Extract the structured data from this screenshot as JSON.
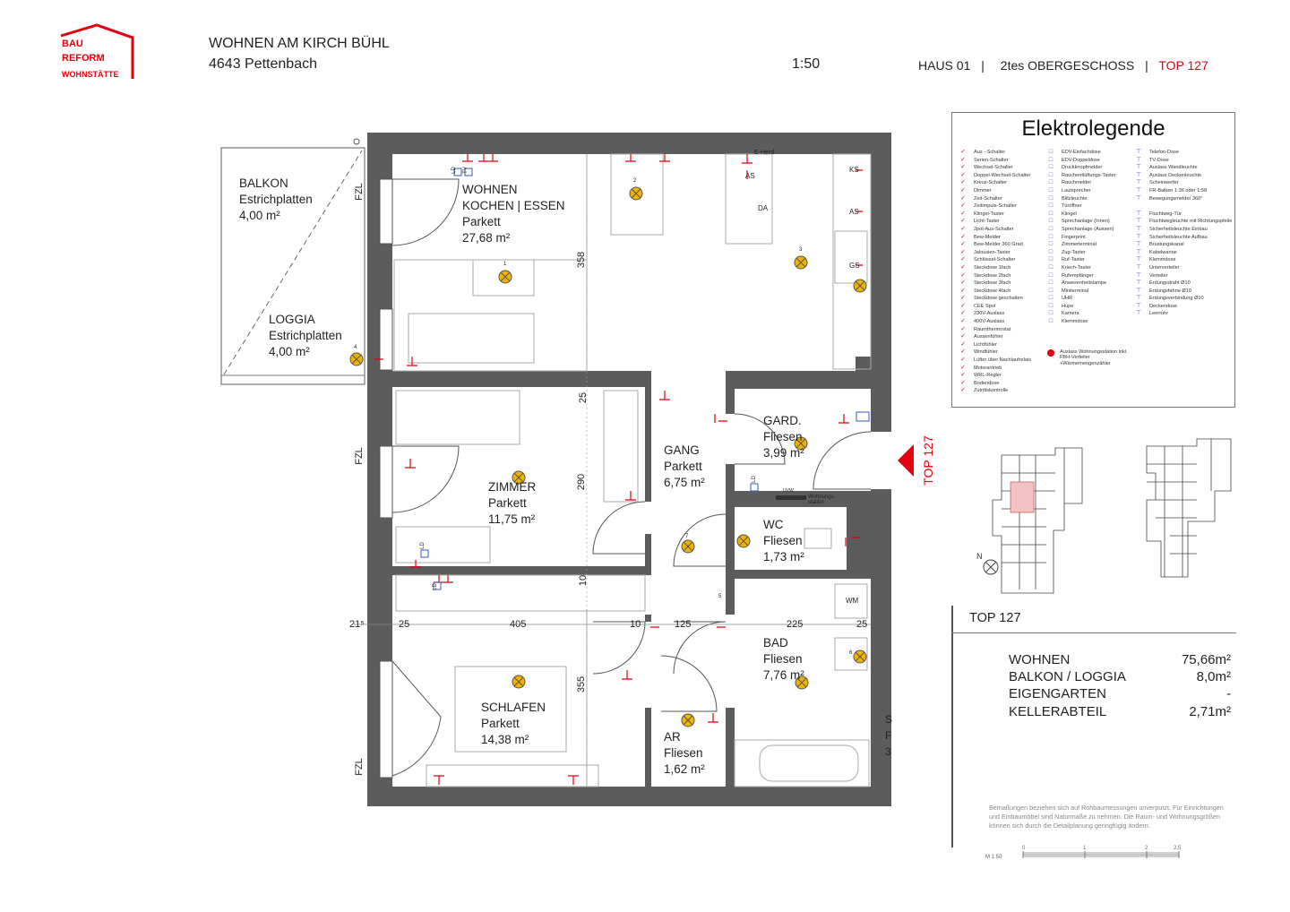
{
  "header": {
    "logo_lines": [
      "BAU",
      "REFORM",
      "WOHNSTÄTTE"
    ],
    "project_title": "WOHNEN AM KIRCH BÜHL",
    "project_address": "4643 Pettenbach",
    "scale": "1:50",
    "house": "HAUS 01",
    "separator": "|",
    "floor": "2tes OBERGESCHOSS",
    "unit": "TOP 127"
  },
  "colors": {
    "wall": "#5c5c5c",
    "accent_red": "#e3000f",
    "light_yellow": "#f0b400",
    "lines": "#999999"
  },
  "rooms": {
    "balkon": {
      "name": "BALKON",
      "floor": "Estrichplatten",
      "area": "4,00 m²"
    },
    "loggia": {
      "name": "LOGGIA",
      "floor": "Estrichplatten",
      "area": "4,00 m²"
    },
    "wohnen": {
      "name": "WOHNEN",
      "name2": "KOCHEN | ESSEN",
      "floor": "Parkett",
      "area": "27,68 m²"
    },
    "zimmer": {
      "name": "ZIMMER",
      "floor": "Parkett",
      "area": "11,75 m²"
    },
    "gang": {
      "name": "GANG",
      "floor": "Parkett",
      "area": "6,75 m²"
    },
    "gard": {
      "name": "GARD.",
      "floor": "Fliesen",
      "area": "3,99 m²"
    },
    "wc": {
      "name": "WC",
      "floor": "Fliesen",
      "area": "1,73 m²"
    },
    "bad": {
      "name": "BAD",
      "floor": "Fliesen",
      "area": "7,76 m²"
    },
    "schlafen": {
      "name": "SCHLAFEN",
      "floor": "Parkett",
      "area": "14,38 m²"
    },
    "ar": {
      "name": "AR",
      "floor": "Fliesen",
      "area": "1,62 m²"
    }
  },
  "dimensions": {
    "d358": "358",
    "d25": "25",
    "d290": "290",
    "d10v": "10",
    "d355": "355",
    "h215": "21⁵",
    "h25a": "25",
    "h405": "405",
    "h10": "10",
    "h125": "125",
    "h225": "225",
    "h25b": "25"
  },
  "plan_labels": {
    "fzl": "FZL",
    "entry": "TOP 127",
    "kitchen_eherd": "E-Herd",
    "kitchen_as": "AS",
    "kitchen_da": "DA",
    "kitchen_gs": "GS",
    "kitchen_ks": "KS",
    "wm": "WM",
    "station": "Wohnungs-station",
    "uvw": "UVW",
    "ld": "LD",
    "tv": "TV",
    "partial_s": "S",
    "partial_f": "F",
    "partial_3": "3",
    "sw_nums": [
      "1",
      "2",
      "3",
      "4",
      "5",
      "6",
      "7"
    ]
  },
  "legend": {
    "title": "Elektrolegende",
    "col1": [
      "Aus - Schalter",
      "Serien-Schalter",
      "Wechsel-Schalter",
      "Doppel-Wechsel-Schalter",
      "Kreuz-Schalter",
      "Dimmer",
      "Zeit-Schalter",
      "Zeitimpuls-Schalter",
      "Klingel-Taster",
      "Licht-Taster",
      "2pol-Aus-Schalter",
      "Bew-Melder",
      "Bew-Melder 360 Grad",
      "Jalousien-Taster",
      "Schlüssel-Schalter",
      "Steckdose 1fach",
      "Steckdose 2fach",
      "Steckdose 3fach",
      "Steckdose 4fach",
      "Steckdose geschalten",
      "CEE Spol",
      "230V-Auslass",
      "400V-Auslass",
      "Raumthermostat",
      "Aussenfühler",
      "Lichtfühler",
      "Windfühler",
      "Lüfter über Nachlaufrelais",
      "Motorantrieb",
      "WRL-Regler",
      "Bodendose",
      "Zutrittskontrolle"
    ],
    "col2": [
      "EDV-Einfachdose",
      "EDV-Doppeldose",
      "Druckknopfmelder",
      "Rauchentlüftungs-Taster",
      "Rauchmelder",
      "Lautsprecher",
      "Blitzleuchte",
      "Türöffner",
      "Klingel",
      "Sprechanlage (Innen)",
      "Sprechanlage (Aussen)",
      "Fingerprint",
      "Zimmerterminal",
      "Zug-Taster",
      "Ruf-Taster",
      "Kriech-Taster",
      "Rufempfänger",
      "Anwesenheitslampe",
      "Miniterminal",
      "UHR",
      "Hupe",
      "Kamera",
      "Klemmdose"
    ],
    "col2_extra": "Auslass Wohnungsstation inkl. FBH-Verteiler +Wärmemengenzähler",
    "col3": [
      "Telefon-Dose",
      "TV-Dose",
      "Auslass Wandleuchte",
      "Auslass Deckenleuchte",
      "Scheinwerfer",
      "FR-Balken 1:36 oder 1:58",
      "Bewegungsmelder 360°",
      "",
      "Fluchtweg-Tür",
      "Fluchtwegleuchte mit Richtungspfeile",
      "Sicherheitsleuchte Einbau",
      "Sicherheitsleuchte Aufbau",
      "Brüstungskanal",
      "Kabelwanne",
      "Klemmdose",
      "Unterverteiler",
      "Verteiler",
      "Erdungsdraht Ø10",
      "Erdungsfahne Ø10",
      "Erdungsverbindung Ø10",
      "Deckendose",
      "Leerrohr"
    ]
  },
  "keyplan": {
    "north": "N"
  },
  "summary": {
    "top_label": "TOP 127",
    "rows": [
      {
        "label": "WOHNEN",
        "value": "75,66m²"
      },
      {
        "label": "BALKON / LOGGIA",
        "value": "8,0m²"
      },
      {
        "label": "EIGENGARTEN",
        "value": "-"
      },
      {
        "label": "KELLERABTEIL",
        "value": "2,71m²"
      }
    ]
  },
  "disclaimer": "Bemaßungen beziehen sich auf Rohbaumessungen unverputzt. Für Einrichtungen und Einbaumöbel sind Naturmaße zu nehmen. Die Raum- und Wohnungsgrößen können sich durch die Detailplanung geringfügig ändern.",
  "scalebar": {
    "label": "M 1:50",
    "ticks": [
      "0",
      "1",
      "2",
      "2,5"
    ]
  }
}
